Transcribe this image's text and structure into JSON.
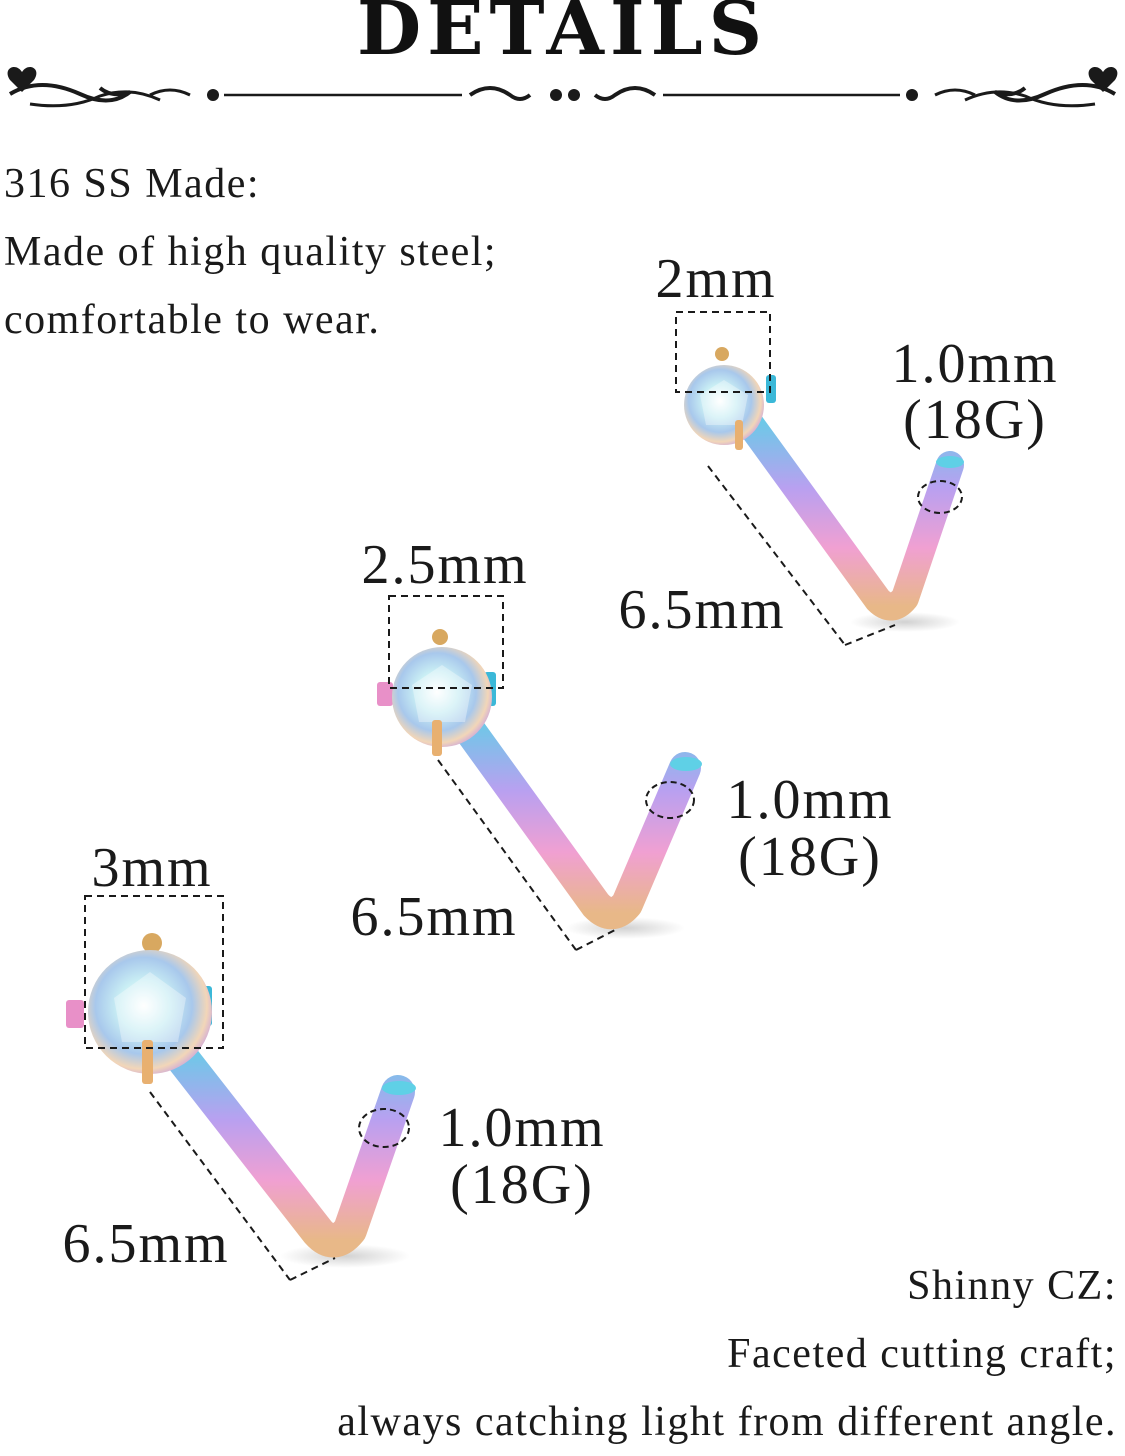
{
  "title": "DETAILS",
  "colors": {
    "ink": "#1a1a1a",
    "gradient_top": "#5fd0e6",
    "gradient_mid": "#b9a0f0",
    "gradient_pink": "#f0a0d2",
    "gradient_bottom": "#e8b888",
    "gem_center": "#dff2f6",
    "prong_gold": "#d8a860"
  },
  "icons": {
    "ornament_left": "heart-scroll-icon",
    "ornament_right": "heart-scroll-icon"
  },
  "material": {
    "heading": "316 SS Made:",
    "line1": "Made of high quality steel;",
    "line2": "comfortable to wear."
  },
  "cz": {
    "heading": "Shinny CZ:",
    "line1": "Faceted cutting craft;",
    "line2": "always catching light from different angle."
  },
  "studs": [
    {
      "gem_size": "2mm",
      "gauge_mm": "1.0mm",
      "gauge_g": "(18G)",
      "length": "6.5mm"
    },
    {
      "gem_size": "2.5mm",
      "gauge_mm": "1.0mm",
      "gauge_g": "(18G)",
      "length": "6.5mm"
    },
    {
      "gem_size": "3mm",
      "gauge_mm": "1.0mm",
      "gauge_g": "(18G)",
      "length": "6.5mm"
    }
  ]
}
